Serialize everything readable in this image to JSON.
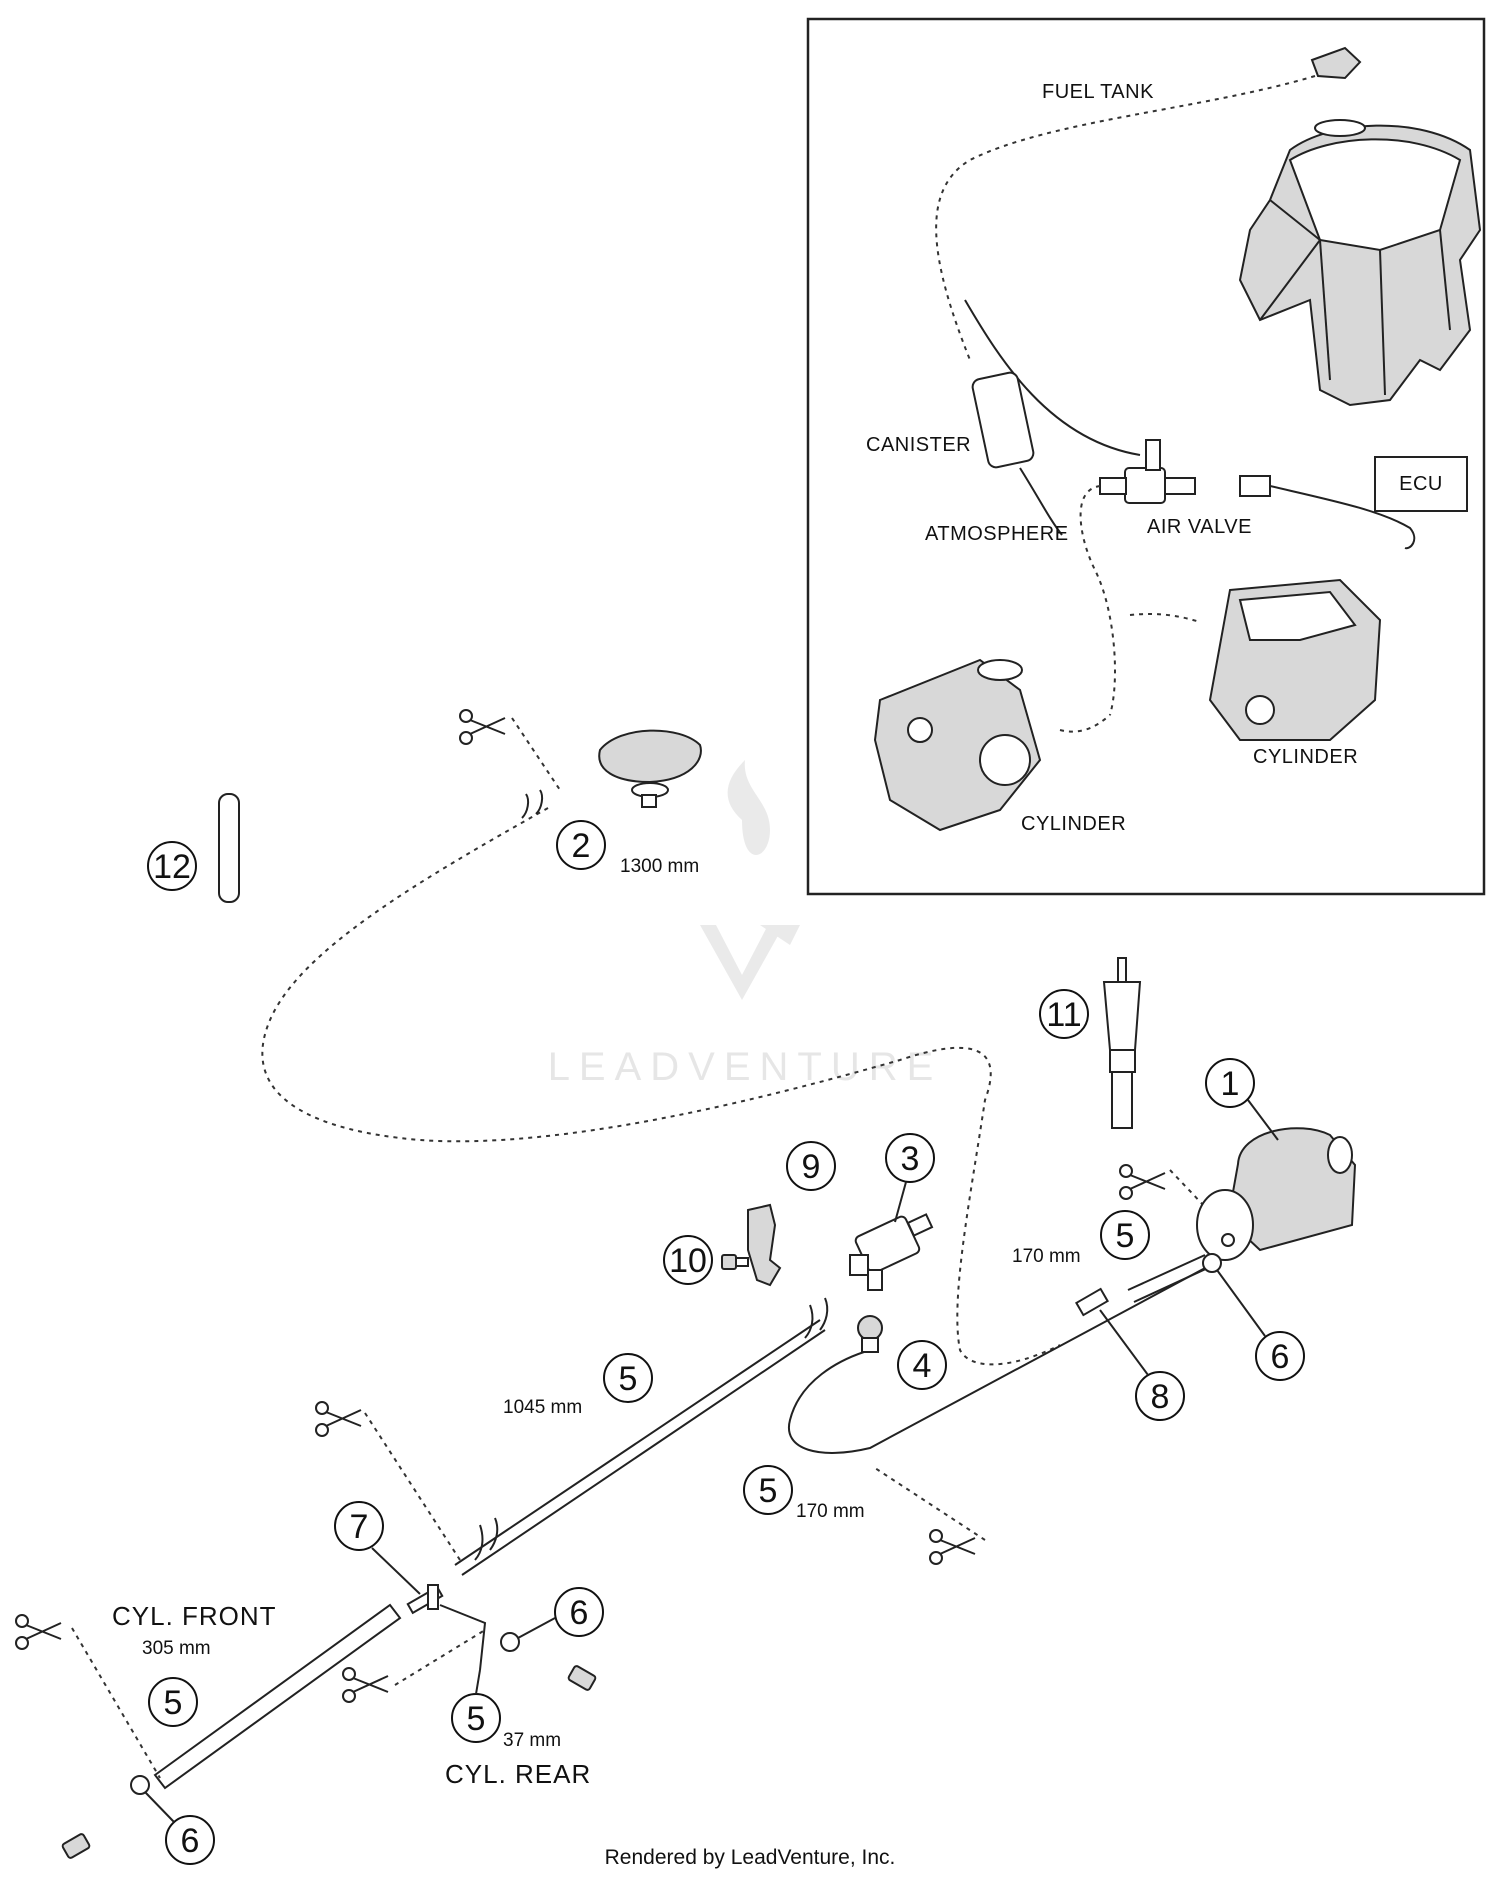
{
  "inset": {
    "labels": {
      "fuel_tank": "FUEL TANK",
      "canister": "CANISTER",
      "atmosphere": "ATMOSPHERE",
      "air_valve": "AIR VALVE",
      "ecu": "ECU",
      "cylinder_right": "CYLINDER",
      "cylinder_left": "CYLINDER"
    }
  },
  "callouts": {
    "c1": "1",
    "c2": "2",
    "c3": "3",
    "c4": "4",
    "c5a": "5",
    "c5b": "5",
    "c5c": "5",
    "c5d": "5",
    "c5e": "5",
    "c6a": "6",
    "c6b": "6",
    "c6c": "6",
    "c7": "7",
    "c8": "8",
    "c9": "9",
    "c10": "10",
    "c11": "11",
    "c12": "12"
  },
  "lengths": {
    "l2": "1300 mm",
    "l5_right": "170 mm",
    "l5_mid": "1045 mm",
    "l5_bottom": "170 mm",
    "l5_front": "305 mm",
    "l5_rear": "37 mm"
  },
  "cyl_labels": {
    "front": "CYL. FRONT",
    "rear": "CYL. REAR"
  },
  "watermark": "LEADVENTURE",
  "footer": "Rendered by LeadVenture, Inc."
}
